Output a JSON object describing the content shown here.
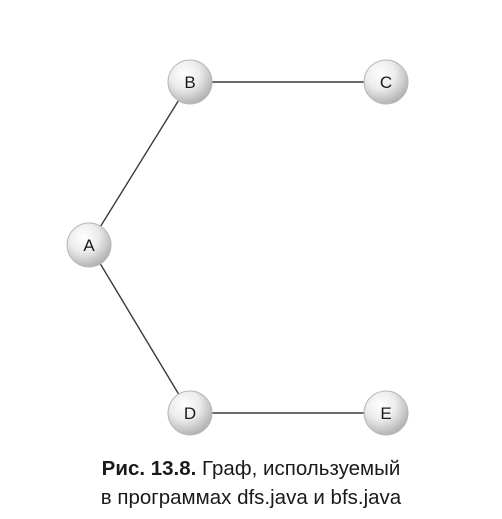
{
  "figure": {
    "caption_prefix": "Рис. 13.8.",
    "caption_line1": "Граф, используемый",
    "caption_line2": "в программах dfs.java и bfs.java"
  },
  "graph": {
    "nodes": [
      {
        "id": "A",
        "label": "A"
      },
      {
        "id": "B",
        "label": "B"
      },
      {
        "id": "C",
        "label": "C"
      },
      {
        "id": "D",
        "label": "D"
      },
      {
        "id": "E",
        "label": "E"
      }
    ],
    "edges": [
      {
        "from": "A",
        "to": "B"
      },
      {
        "from": "B",
        "to": "C"
      },
      {
        "from": "A",
        "to": "D"
      },
      {
        "from": "D",
        "to": "E"
      }
    ]
  }
}
